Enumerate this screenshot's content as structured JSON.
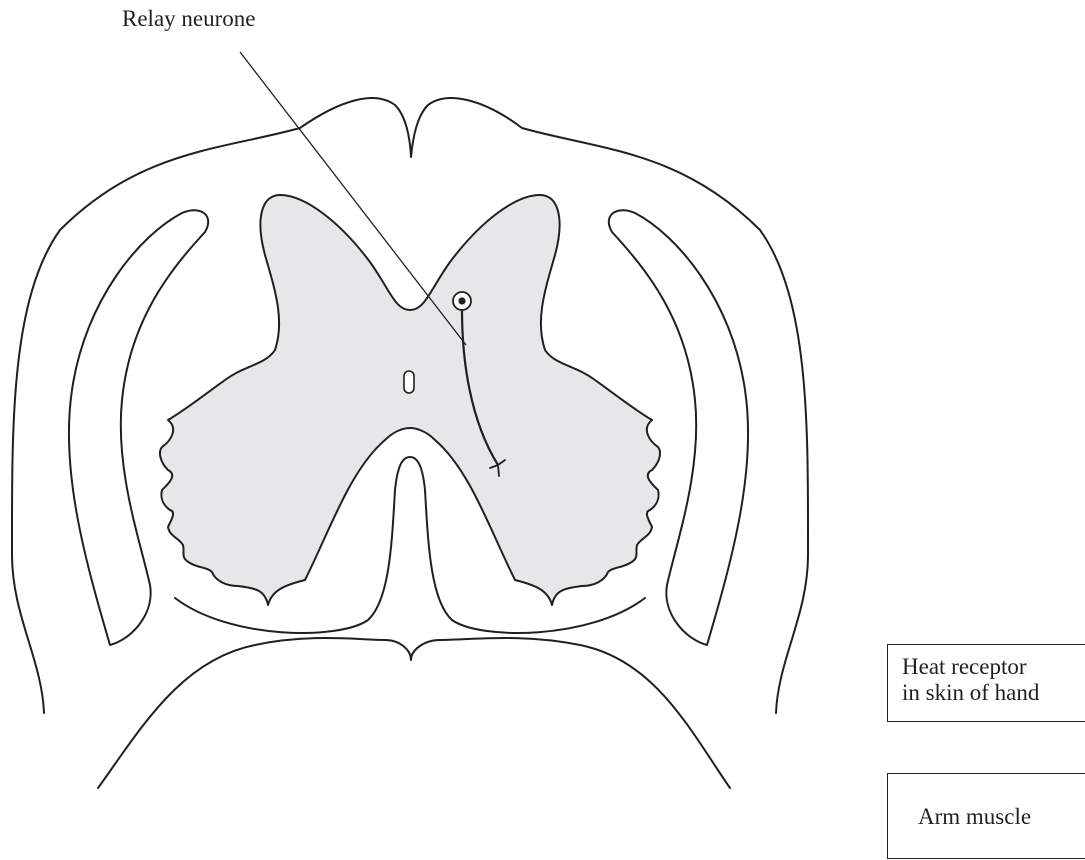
{
  "labels": {
    "relay_neurone": "Relay neurone",
    "heat_receptor_line1": "Heat receptor",
    "heat_receptor_line2": "in skin of hand",
    "arm_muscle": "Arm muscle"
  },
  "colors": {
    "grey_matter_fill": "#e6e7e8",
    "stroke": "#231f20",
    "background": "#ffffff"
  }
}
